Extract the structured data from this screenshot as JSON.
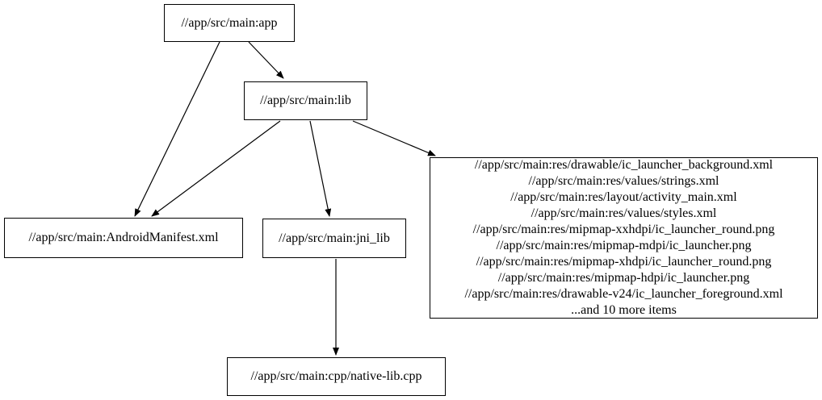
{
  "diagram": {
    "kind": "build-dependency-graph",
    "background_color": "#ffffff",
    "stroke_color": "#000000",
    "text_color": "#000000",
    "nodes": {
      "app": {
        "label": "//app/src/main:app"
      },
      "lib": {
        "label": "//app/src/main:lib"
      },
      "manifest": {
        "label": "//app/src/main:AndroidManifest.xml"
      },
      "jni_lib": {
        "label": "//app/src/main:jni_lib"
      },
      "res": {
        "lines": [
          "//app/src/main:res/drawable/ic_launcher_background.xml",
          "//app/src/main:res/values/strings.xml",
          "//app/src/main:res/layout/activity_main.xml",
          "//app/src/main:res/values/styles.xml",
          "//app/src/main:res/mipmap-xxhdpi/ic_launcher_round.png",
          "//app/src/main:res/mipmap-mdpi/ic_launcher.png",
          "//app/src/main:res/mipmap-xhdpi/ic_launcher_round.png",
          "//app/src/main:res/mipmap-hdpi/ic_launcher.png",
          "//app/src/main:res/drawable-v24/ic_launcher_foreground.xml",
          "...and 10 more items"
        ]
      },
      "cpp": {
        "label": "//app/src/main:cpp/native-lib.cpp"
      }
    },
    "edges": [
      {
        "from": "//app/src/main:app",
        "to": "//app/src/main:AndroidManifest.xml"
      },
      {
        "from": "//app/src/main:app",
        "to": "//app/src/main:lib"
      },
      {
        "from": "//app/src/main:lib",
        "to": "//app/src/main:AndroidManifest.xml"
      },
      {
        "from": "//app/src/main:lib",
        "to": "//app/src/main:jni_lib"
      },
      {
        "from": "//app/src/main:lib",
        "to": "res-file-group"
      },
      {
        "from": "//app/src/main:jni_lib",
        "to": "//app/src/main:cpp/native-lib.cpp"
      }
    ]
  }
}
